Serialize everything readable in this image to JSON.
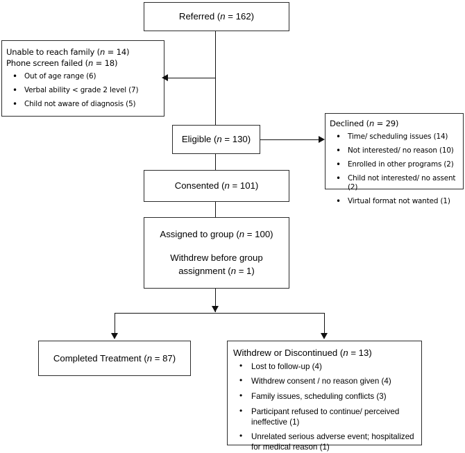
{
  "figure": {
    "type": "consort-participant-flow-diagram",
    "colors": {
      "stroke": "#2b2b2b",
      "connector": "#111111",
      "background": "#ffffff"
    }
  },
  "nodes": {
    "referred": {
      "label": "Referred (n = 162)",
      "text": "Referred",
      "n": 162
    },
    "eligible": {
      "label": "Eligible (n = 130)",
      "text": "Eligible",
      "n": 130
    },
    "consented": {
      "label": "Consented (n = 101)",
      "text": "Consented",
      "n": 101
    },
    "assigned": {
      "line1": "Assigned to group (n = 100)",
      "line2a": "Withdrew before group",
      "line2b": "assignment (n = 1)",
      "n_assigned": 100,
      "n_withdrew_before": 1
    },
    "completed": {
      "label": "Completed Treatment (n = 87)",
      "text": "Completed Treatment",
      "n": 87
    }
  },
  "excluded_box": {
    "heading_line1": "Unable to reach family (n = 14)",
    "heading_line2": "Phone screen failed (n = 18)",
    "n_unable_to_reach": 14,
    "n_phone_screen_failed": 18,
    "reasons": [
      "Out of age range (6)",
      "Verbal ability < grade 2 level (7)",
      "Child not aware of diagnosis (5)"
    ]
  },
  "declined_box": {
    "heading": "Declined (n = 29)",
    "n": 29,
    "reasons": [
      "Time/ scheduling issues (14)",
      "Not interested/ no reason (10)",
      "Enrolled in other programs (2)",
      "Child not interested/ no assent (2)",
      "Virtual format not wanted (1)"
    ]
  },
  "withdrew_box": {
    "heading": "Withdrew or Discontinued (n = 13)",
    "n": 13,
    "reasons": [
      "Lost to follow-up (4)",
      "Withdrew consent / no reason given (4)",
      "Family issues, scheduling conflicts (3)",
      "Participant refused to continue/ perceived ineffective (1)",
      "Unrelated serious adverse event; hospitalized for medical reason (1)"
    ]
  }
}
